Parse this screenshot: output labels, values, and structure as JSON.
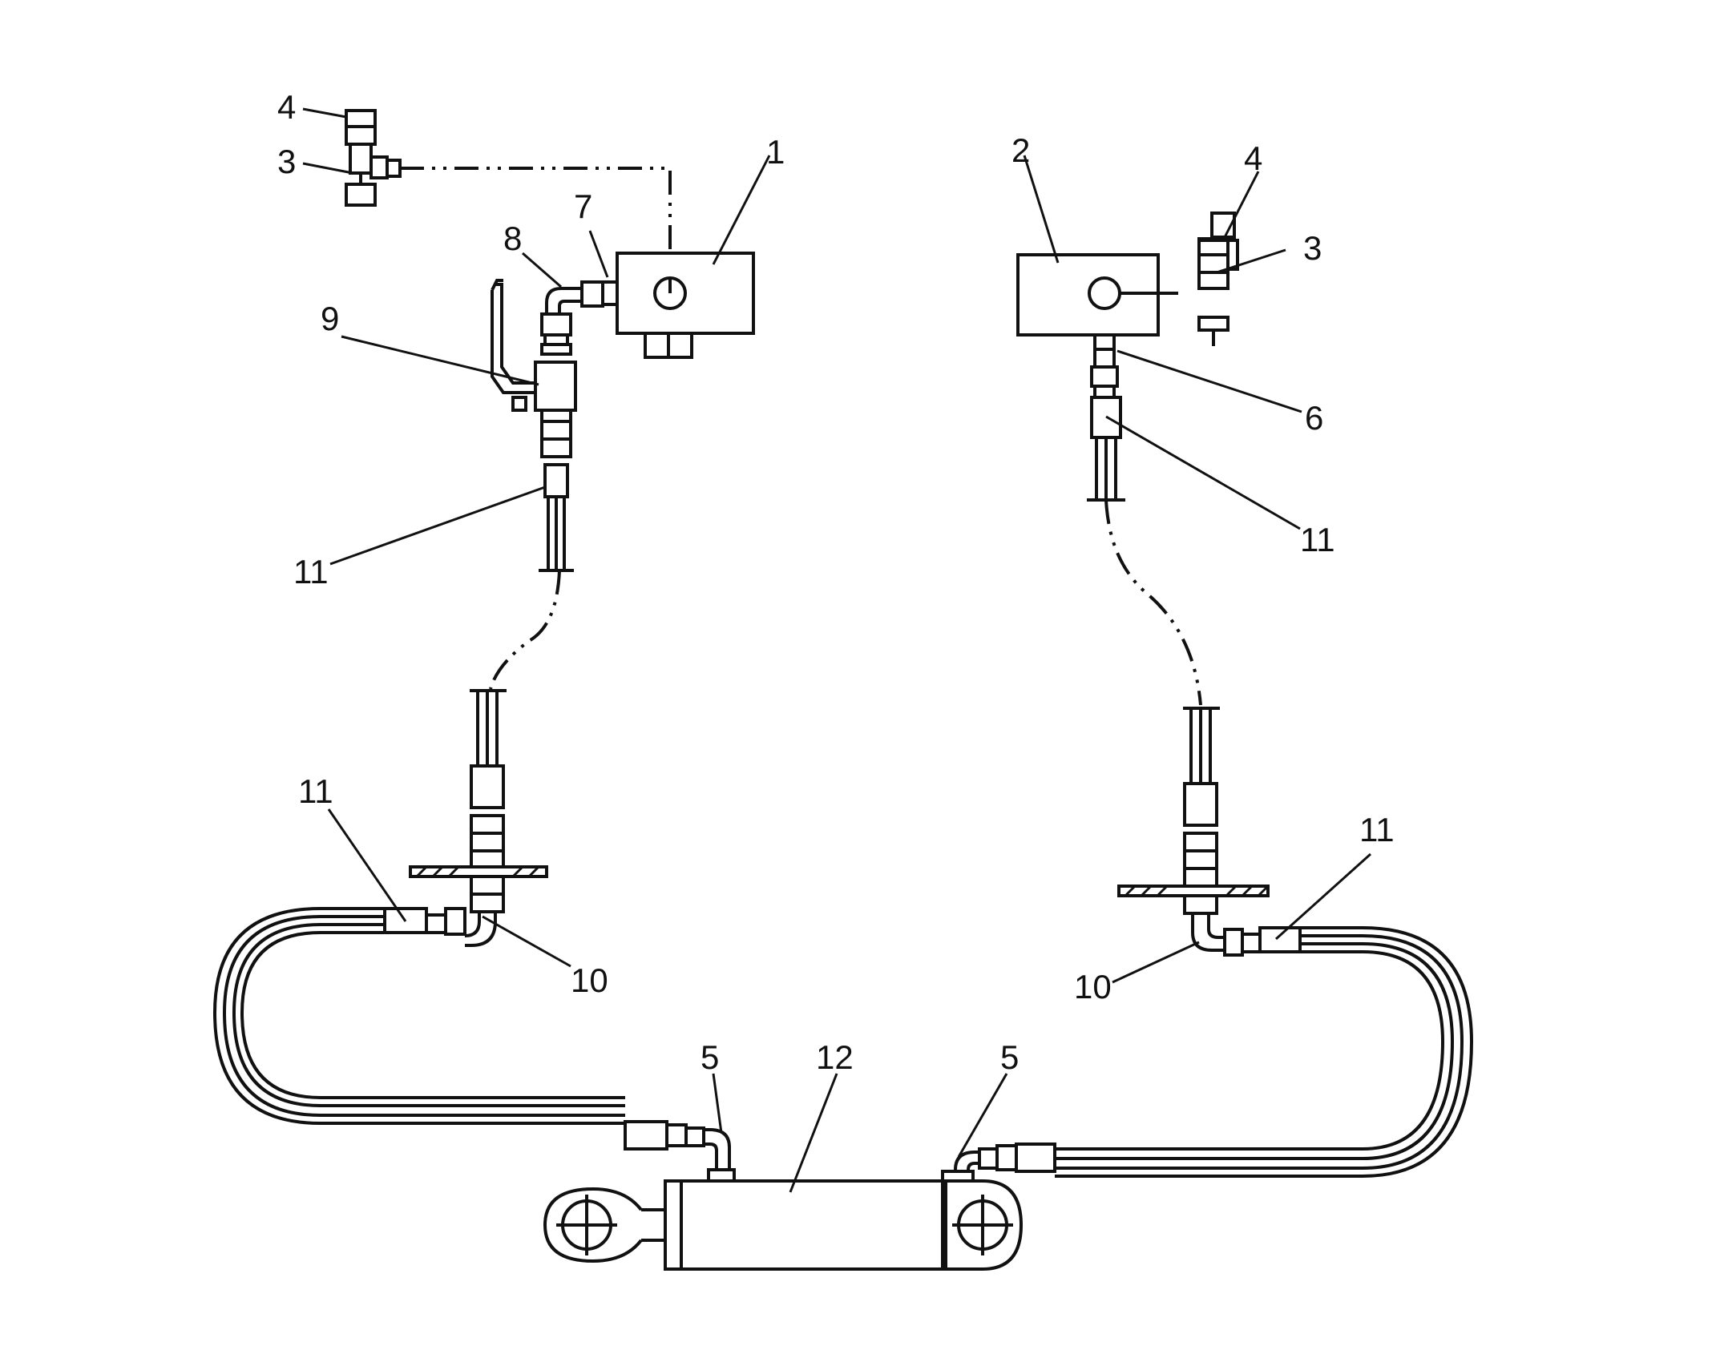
{
  "colors": {
    "ink": "#111111",
    "paper": "#ffffff"
  },
  "labels": {
    "l1": "1",
    "l2": "2",
    "l3_left": "3",
    "l3_right": "3",
    "l4_left": "4",
    "l4_right": "4",
    "l5_left": "5",
    "l5_right": "5",
    "l6": "6",
    "l7": "7",
    "l8": "8",
    "l9": "9",
    "l10_left": "10",
    "l10_right": "10",
    "l11_upper_left": "11",
    "l11_upper_right": "11",
    "l11_lower_left": "11",
    "l11_lower_right": "11",
    "l12": "12"
  }
}
